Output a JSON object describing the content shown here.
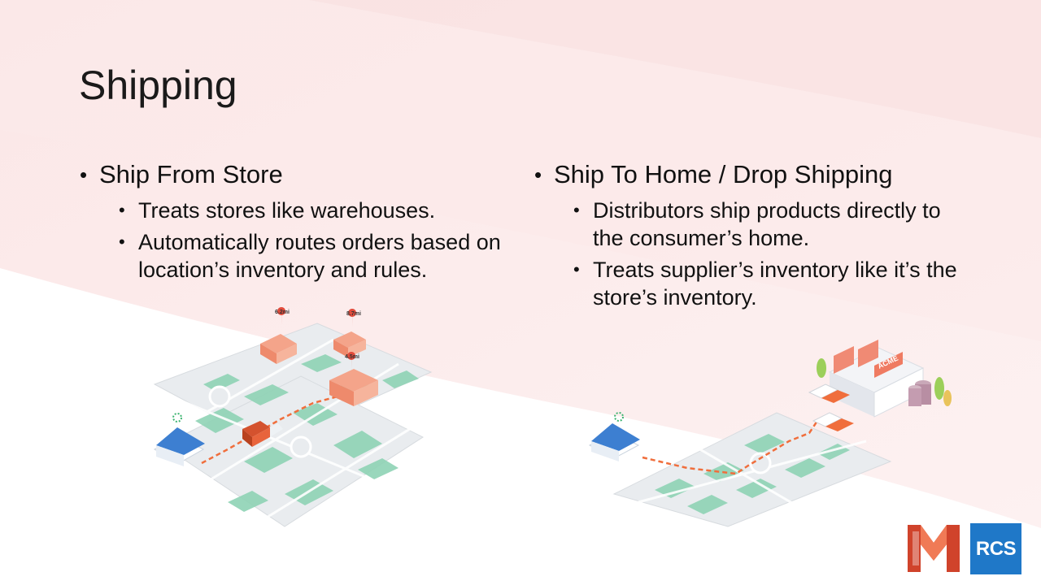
{
  "slide": {
    "title": "Shipping"
  },
  "left_column": {
    "heading": "Ship From Store",
    "points": [
      "Treats stores like warehouses.",
      "Automatically routes orders based on location’s inventory and rules."
    ],
    "map_pins": [
      "6.2mi",
      "8.7mi",
      "4.5mi"
    ]
  },
  "right_column": {
    "heading": "Ship To Home / Drop Shipping",
    "points": [
      "Distributors ship products directly to the consumer’s home.",
      "Treats supplier’s inventory like it’s the store’s inventory."
    ],
    "factory_sign": "ACME"
  },
  "logos": {
    "rcs": "RCS"
  },
  "colors": {
    "background_tint": "#fbe4e4",
    "accent_orange": "#f06e3c",
    "house_blue": "#3d7fd1",
    "grass_green": "#8fd3b5",
    "road_gray": "#e6e9ec",
    "rcs_blue": "#1f78c8",
    "m_logo_red": "#d0432b"
  }
}
